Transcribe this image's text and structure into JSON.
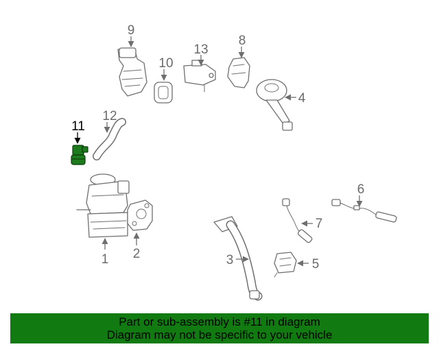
{
  "colors": {
    "footer_bg": "#117a11",
    "highlight_part": "#1d7a1d",
    "line": "#6e6e6e",
    "callout_text": "#6b6b6b",
    "highlight_text": "#000000"
  },
  "highlighted_callout": "11",
  "callouts": {
    "c1": "1",
    "c2": "2",
    "c3": "3",
    "c4": "4",
    "c5": "5",
    "c6": "6",
    "c7": "7",
    "c8": "8",
    "c9": "9",
    "c10": "10",
    "c11": "11",
    "c12": "12",
    "c13": "13"
  },
  "footer": {
    "line1": "Part or sub-assembly is #11 in diagram",
    "line2": "Diagram may not be specific to your vehicle"
  }
}
